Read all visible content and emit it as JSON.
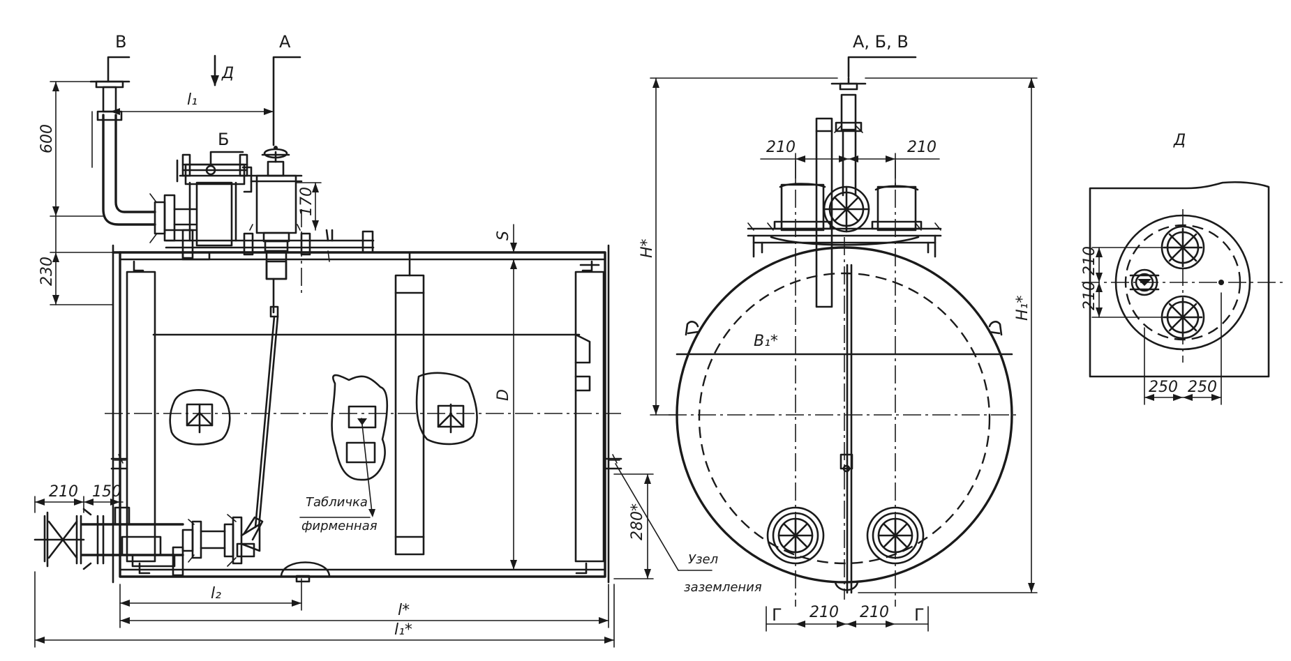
{
  "section_marks": {
    "v": "В",
    "a": "А",
    "b": "Б",
    "abv": "А, Б, В",
    "g": "Г"
  },
  "view_arrow": "Д",
  "view_title": "Д",
  "dims": {
    "l1": "l₁",
    "l2": "l₂",
    "l_star": "l*",
    "l1_star": "l₁*",
    "d600": "600",
    "d170": "170",
    "d230": "230",
    "d210_left": "210",
    "d150": "150",
    "d280": "280*",
    "S": "S",
    "D": "D",
    "H_star": "H*",
    "H1_star": "H₁*",
    "B1_star": "B₁*",
    "d210_top_left": "210",
    "d210_top_right": "210",
    "d210_bottom_left": "210",
    "d210_bottom_right": "210",
    "d210_view_top": "210",
    "d210_view_bottom": "210",
    "d250_left": "250",
    "d250_right": "250"
  },
  "notes": {
    "plate_line1": "Табличка",
    "plate_line2": "фирменная",
    "ground_line1": "Узел",
    "ground_line2": "заземления"
  }
}
